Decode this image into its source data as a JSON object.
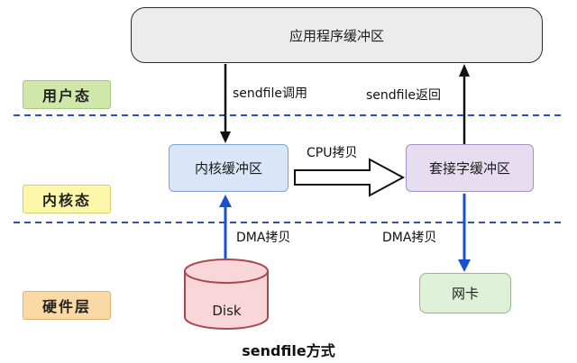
{
  "diagram": {
    "title": "sendfile方式",
    "layers": {
      "user_mode": "用户态",
      "kernel_mode": "内核态",
      "hardware_layer": "硬件层"
    },
    "nodes": {
      "app_buffer": "应用程序缓冲区",
      "kernel_buffer": "内核缓冲区",
      "socket_buffer": "套接字缓冲区",
      "disk": "Disk",
      "nic": "网卡"
    },
    "arrows": {
      "sendfile_call": "sendfile调用",
      "sendfile_return": "sendfile返回",
      "cpu_copy": "CPU拷贝",
      "dma_copy_left": "DMA拷贝",
      "dma_copy_right": "DMA拷贝"
    },
    "colors": {
      "user_mode_bg": "#cfe7a8",
      "kernel_mode_bg": "#fdf8a9",
      "hardware_layer_bg": "#fbd9a4",
      "app_buffer_bg": "#ececec",
      "kernel_buffer_bg": "#d8e6f7",
      "socket_buffer_bg": "#e6def0",
      "disk_bg": "#f8d6da",
      "nic_bg": "#def0d6",
      "dashed_line": "#2b50bd",
      "dma_arrow": "#1a4fd0",
      "black_arrow": "#111111"
    }
  }
}
